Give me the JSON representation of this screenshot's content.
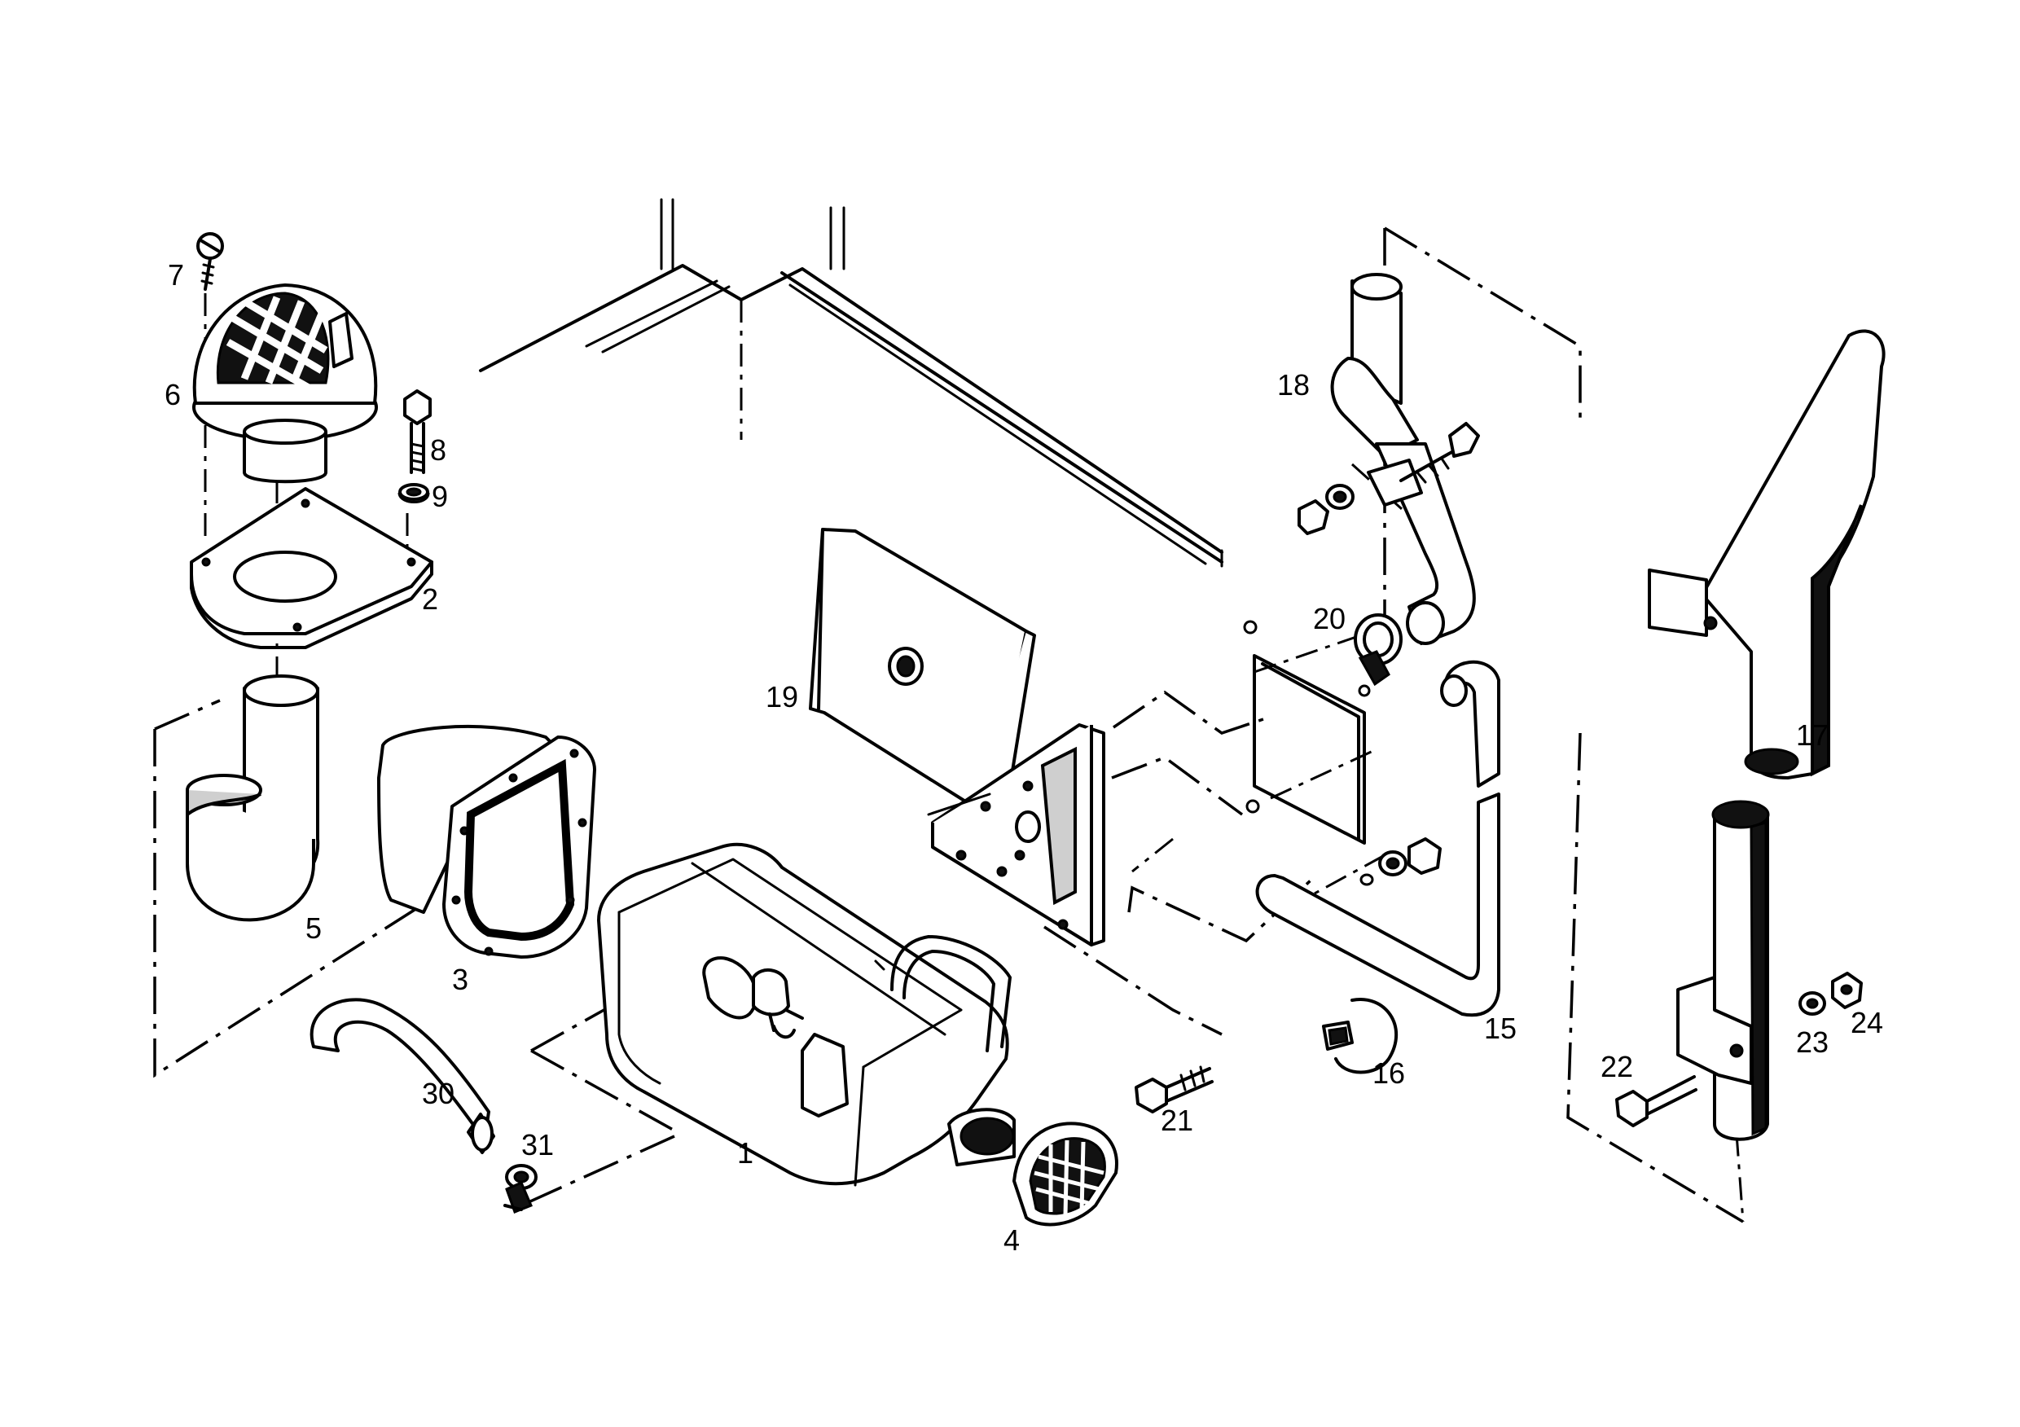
{
  "labels": {
    "p1": "1",
    "p2": "2",
    "p3": "3",
    "p4": "4",
    "p5": "5",
    "p6": "6",
    "p7": "7",
    "p8": "8",
    "p9": "9",
    "p15": "15",
    "p16": "16",
    "p17": "17",
    "p18": "18",
    "p19": "19",
    "p20": "20",
    "p21": "21",
    "p22": "22",
    "p23": "23",
    "p24": "24",
    "p30": "30",
    "p31": "31"
  }
}
